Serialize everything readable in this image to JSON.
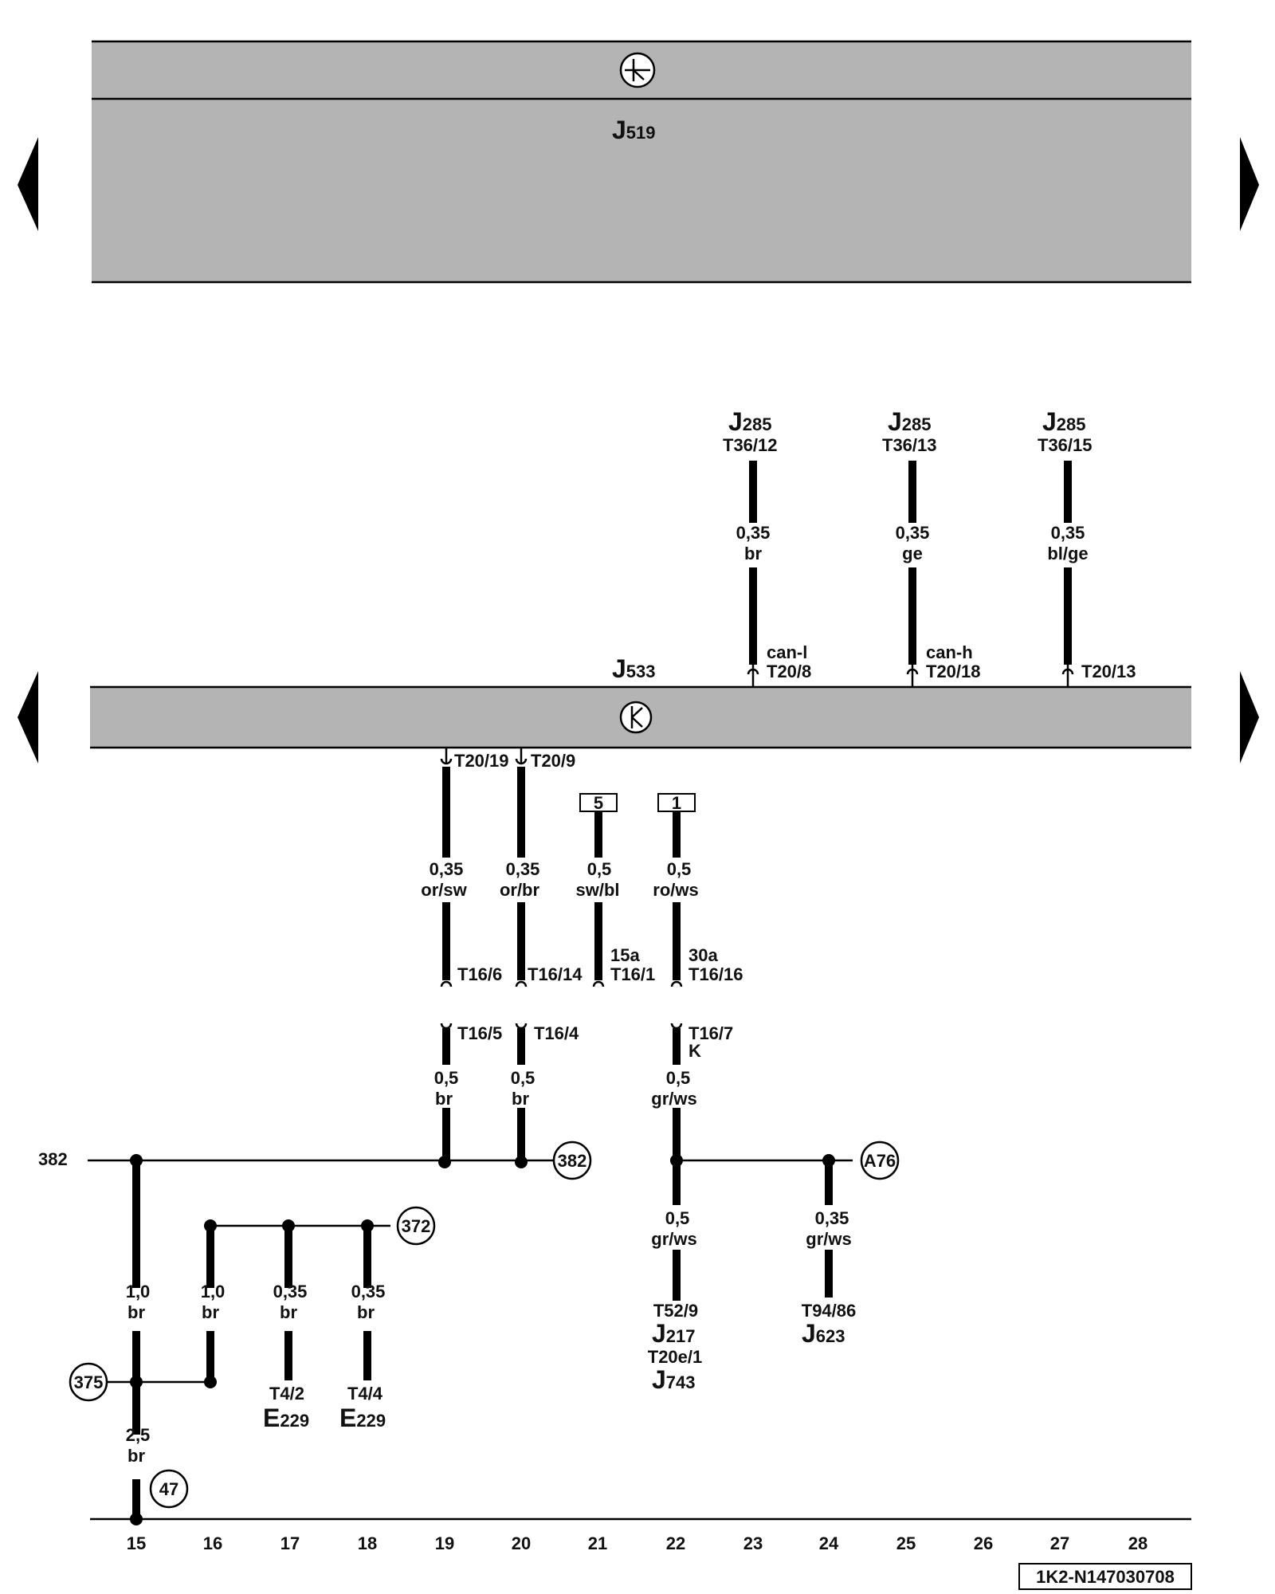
{
  "top_box": {
    "component": "J",
    "component_sub": "519"
  },
  "gateway": {
    "component": "J",
    "component_sub": "533"
  },
  "inputs": [
    {
      "comp": "J",
      "sub": "285",
      "pin": "T36/12",
      "size": "0,35",
      "color": "br",
      "signal": "can-l",
      "conn": "T20/8"
    },
    {
      "comp": "J",
      "sub": "285",
      "pin": "T36/13",
      "size": "0,35",
      "color": "ge",
      "signal": "can-h",
      "conn": "T20/18"
    },
    {
      "comp": "J",
      "sub": "285",
      "pin": "T36/15",
      "size": "0,35",
      "color": "bl/ge",
      "signal": "",
      "conn": "T20/13"
    }
  ],
  "outputs": [
    {
      "conn": "T20/19",
      "size": "0,35",
      "color": "or/sw",
      "end": "T16/6"
    },
    {
      "conn": "T20/9",
      "size": "0,35",
      "color": "or/br",
      "end": "T16/14"
    },
    {
      "box": "5",
      "size": "0,5",
      "color": "sw/bl",
      "term": "15a",
      "end": "T16/1"
    },
    {
      "box": "1",
      "size": "0,5",
      "color": "ro/ws",
      "term": "30a",
      "end": "T16/16"
    }
  ],
  "lower_wires": [
    {
      "conn": "T16/5",
      "size": "0,5",
      "color": "br"
    },
    {
      "conn": "T16/4",
      "size": "0,5",
      "color": "br"
    },
    {
      "conn": "T16/7",
      "conn2": "K",
      "size": "0,5",
      "color": "gr/ws"
    }
  ],
  "bus_label": "382",
  "refs": {
    "r382": "382",
    "rA76": "A76",
    "r372": "372",
    "r375": "375",
    "r47": "47"
  },
  "ground_wires": [
    {
      "size": "1,0",
      "color": "br"
    },
    {
      "size": "1,0",
      "color": "br"
    },
    {
      "size": "0,35",
      "color": "br",
      "pin": "T4/2",
      "comp": "E",
      "sub": "229"
    },
    {
      "size": "0,35",
      "color": "br",
      "pin": "T4/4",
      "comp": "E",
      "sub": "229"
    },
    {
      "size": "2,5",
      "color": "br"
    }
  ],
  "j217": {
    "size": "0,5",
    "color": "gr/ws",
    "pin": "T52/9",
    "comp": "J",
    "sub": "217",
    "pin2": "T20e/1",
    "comp2": "J",
    "sub2": "743"
  },
  "j623": {
    "size": "0,35",
    "color": "gr/ws",
    "pin": "T94/86",
    "comp": "J",
    "sub": "623"
  },
  "columns": [
    "15",
    "16",
    "17",
    "18",
    "19",
    "20",
    "21",
    "22",
    "23",
    "24",
    "25",
    "26",
    "27",
    "28"
  ],
  "doc_id": "1K2-N147030708"
}
